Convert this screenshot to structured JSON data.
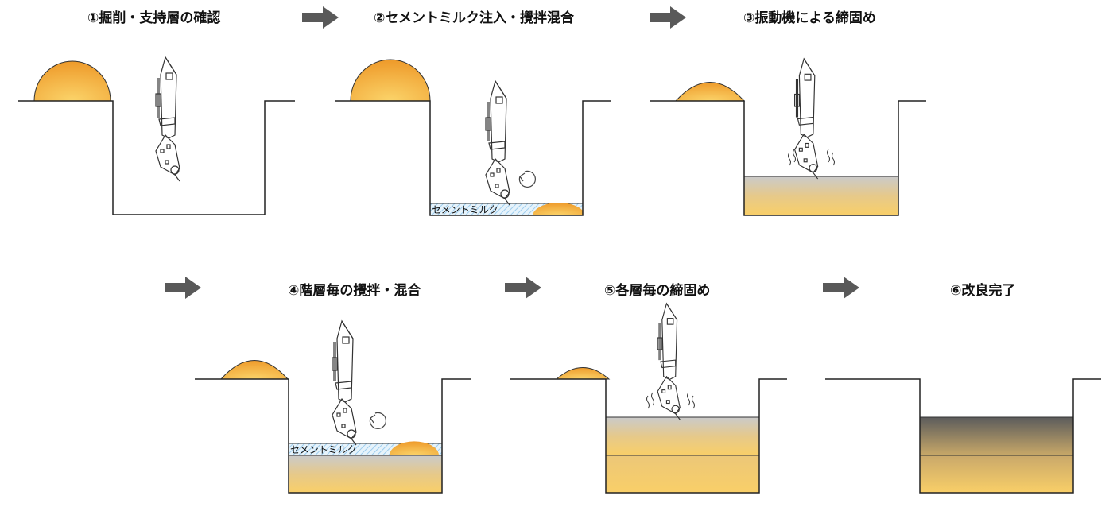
{
  "steps": [
    {
      "title": "①掘削・支持層の確認"
    },
    {
      "title": "②セメントミルク注入・攪拌混合"
    },
    {
      "title": "③振動機による締固め"
    },
    {
      "title": "④階層毎の攪拌・混合"
    },
    {
      "title": "⑤各層毎の締固め"
    },
    {
      "title": "⑥改良完了"
    }
  ],
  "labels": {
    "cement_milk_2": "セメントミルク",
    "cement_milk_4": "セメントミルク"
  },
  "colors": {
    "arrow": "#595959",
    "mound_top": "#f0a030",
    "mound_bottom": "#fbd060",
    "soil_gray": "#c8c8c8",
    "soil_yellow": "#f8cf6a",
    "compacted_dark": "#5a5a5a",
    "cement_hatch": "#a6d3f0"
  }
}
